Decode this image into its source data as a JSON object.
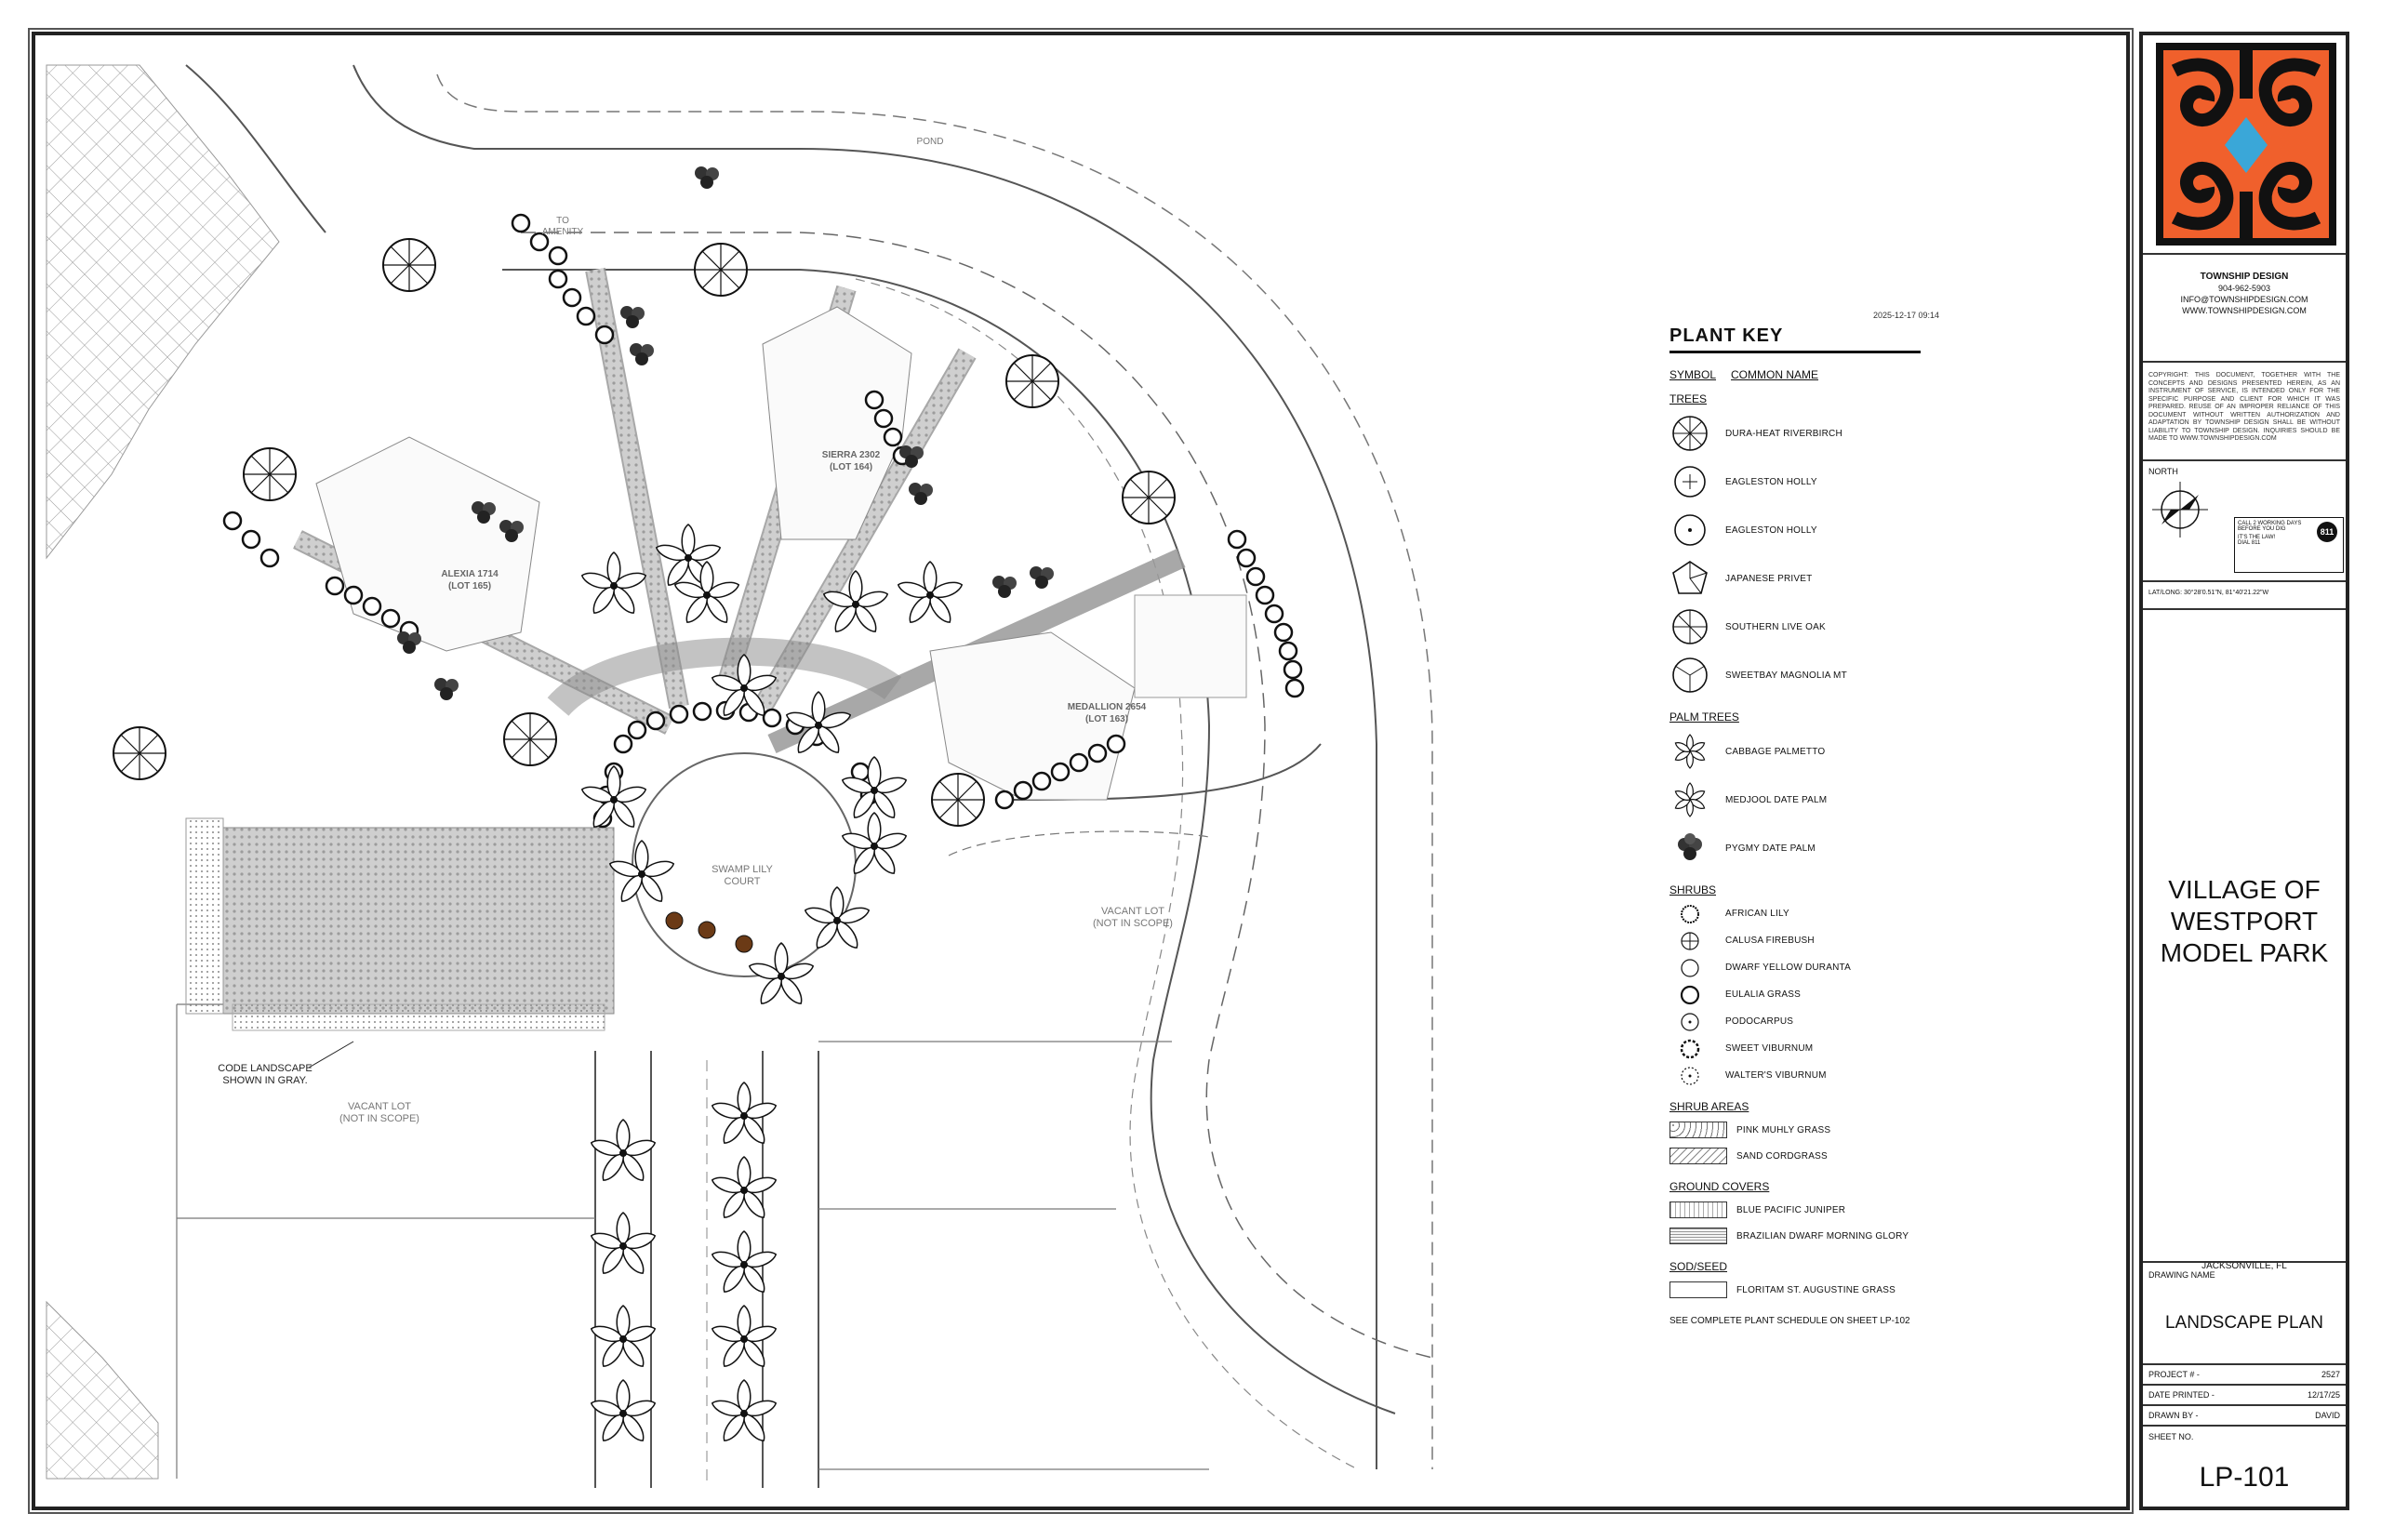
{
  "timestamp": "2025-12-17 09:14",
  "legend": {
    "title": "PLANT KEY",
    "symbol_header": "SYMBOL",
    "name_header": "COMMON NAME",
    "trees_label": "TREES",
    "trees": [
      "DURA-HEAT RIVERBIRCH",
      "EAGLESTON HOLLY",
      "EAGLESTON HOLLY",
      "JAPANESE PRIVET",
      "SOUTHERN LIVE OAK",
      "SWEETBAY MAGNOLIA MT"
    ],
    "palms_label": "PALM TREES",
    "palms": [
      "CABBAGE PALMETTO",
      "MEDJOOL DATE PALM",
      "PYGMY DATE PALM"
    ],
    "shrubs_label": "SHRUBS",
    "shrubs": [
      "AFRICAN LILY",
      "CALUSA FIREBUSH",
      "DWARF YELLOW DURANTA",
      "EULALIA GRASS",
      "PODOCARPUS",
      "SWEET VIBURNUM",
      "WALTER'S VIBURNUM"
    ],
    "shrub_areas_label": "SHRUB AREAS",
    "shrub_areas": [
      "PINK MUHLY GRASS",
      "SAND CORDGRASS"
    ],
    "ground_covers_label": "GROUND COVERS",
    "ground_covers": [
      "BLUE PACIFIC JUNIPER",
      "BRAZILIAN DWARF MORNING GLORY"
    ],
    "sod_label": "SOD/SEED",
    "sod": [
      "FLORITAM ST. AUGUSTINE GRASS"
    ],
    "note": "SEE COMPLETE PLANT SCHEDULE ON SHEET LP-102"
  },
  "plan": {
    "pond": "POND",
    "to_amenity": "TO\nAMENITY",
    "lot_alexia": "ALEXIA 1714",
    "lot_alexia_num": "(LOT 165)",
    "lot_sierra": "SIERRA 2302",
    "lot_sierra_num": "(LOT 164)",
    "lot_medallion": "MEDALLION 2654",
    "lot_medallion_num": "(LOT 163)",
    "court": "SWAMP LILY",
    "court2": "COURT",
    "vacant_right": "VACANT LOT",
    "vacant_right2": "(NOT IN SCOPE)",
    "vacant_left": "VACANT LOT",
    "vacant_left2": "(NOT IN SCOPE)",
    "code_note": "CODE LANDSCAPE",
    "code_note2": "SHOWN IN GRAY."
  },
  "titleblock": {
    "firm": "TOWNSHIP DESIGN",
    "phone": "904-962-5903",
    "email": "INFO@TOWNSHIPDESIGN.COM",
    "web": "WWW.TOWNSHIPDESIGN.COM",
    "copyright": "COPYRIGHT: THIS DOCUMENT, TOGETHER WITH THE CONCEPTS AND DESIGNS PRESENTED HEREIN, AS AN INSTRUMENT OF SERVICE, IS INTENDED ONLY FOR THE SPECIFIC PURPOSE AND CLIENT FOR WHICH IT WAS PREPARED. REUSE OF AN IMPROPER RELIANCE OF THIS DOCUMENT WITHOUT WRITTEN AUTHORIZATION AND ADAPTATION BY TOWNSHIP DESIGN SHALL BE WITHOUT LIABILITY TO TOWNSHIP DESIGN. INQUIRIES SHOULD BE MADE TO WWW.TOWNSHIPDESIGN.COM",
    "north": "NORTH",
    "call811_1": "CALL 2 WORKING DAYS",
    "call811_2": "BEFORE YOU DIG",
    "call811_3": "IT'S THE LAW!",
    "call811_4": "DIAL 811",
    "call811_logo": "811",
    "latlong": "LAT/LONG: 30°28'0.51\"N,  81°40'21.22\"W",
    "project_title_1": "VILLAGE OF",
    "project_title_2": "WESTPORT",
    "project_title_3": "MODEL PARK",
    "location": "JACKSONVILLE, FL",
    "drawing_name_label": "DRAWING NAME",
    "drawing_name": "LANDSCAPE PLAN",
    "project_no_label": "PROJECT # -",
    "project_no": "2527",
    "date_label": "DATE PRINTED -",
    "date": "12/17/25",
    "drawn_label": "DRAWN BY -",
    "drawn": "DAVID",
    "sheet_label": "SHEET NO.",
    "sheet": "LP-101"
  },
  "colors": {
    "logo_orange": "#f0602c",
    "logo_black": "#111111",
    "logo_blue": "#3aa7d8"
  }
}
